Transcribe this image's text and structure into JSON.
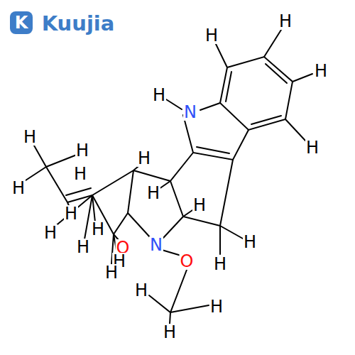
{
  "diagram": {
    "labels": [
      "K",
      "Kuujia",
      "H",
      "H",
      "H",
      "H",
      "N",
      "H",
      "H",
      "H",
      "H",
      "H",
      "H",
      "H",
      "H",
      "H",
      "H",
      "H",
      "H",
      "O",
      "N",
      "H",
      "H",
      "O",
      "H",
      "H",
      "H",
      "H",
      "H"
    ]
  }
}
